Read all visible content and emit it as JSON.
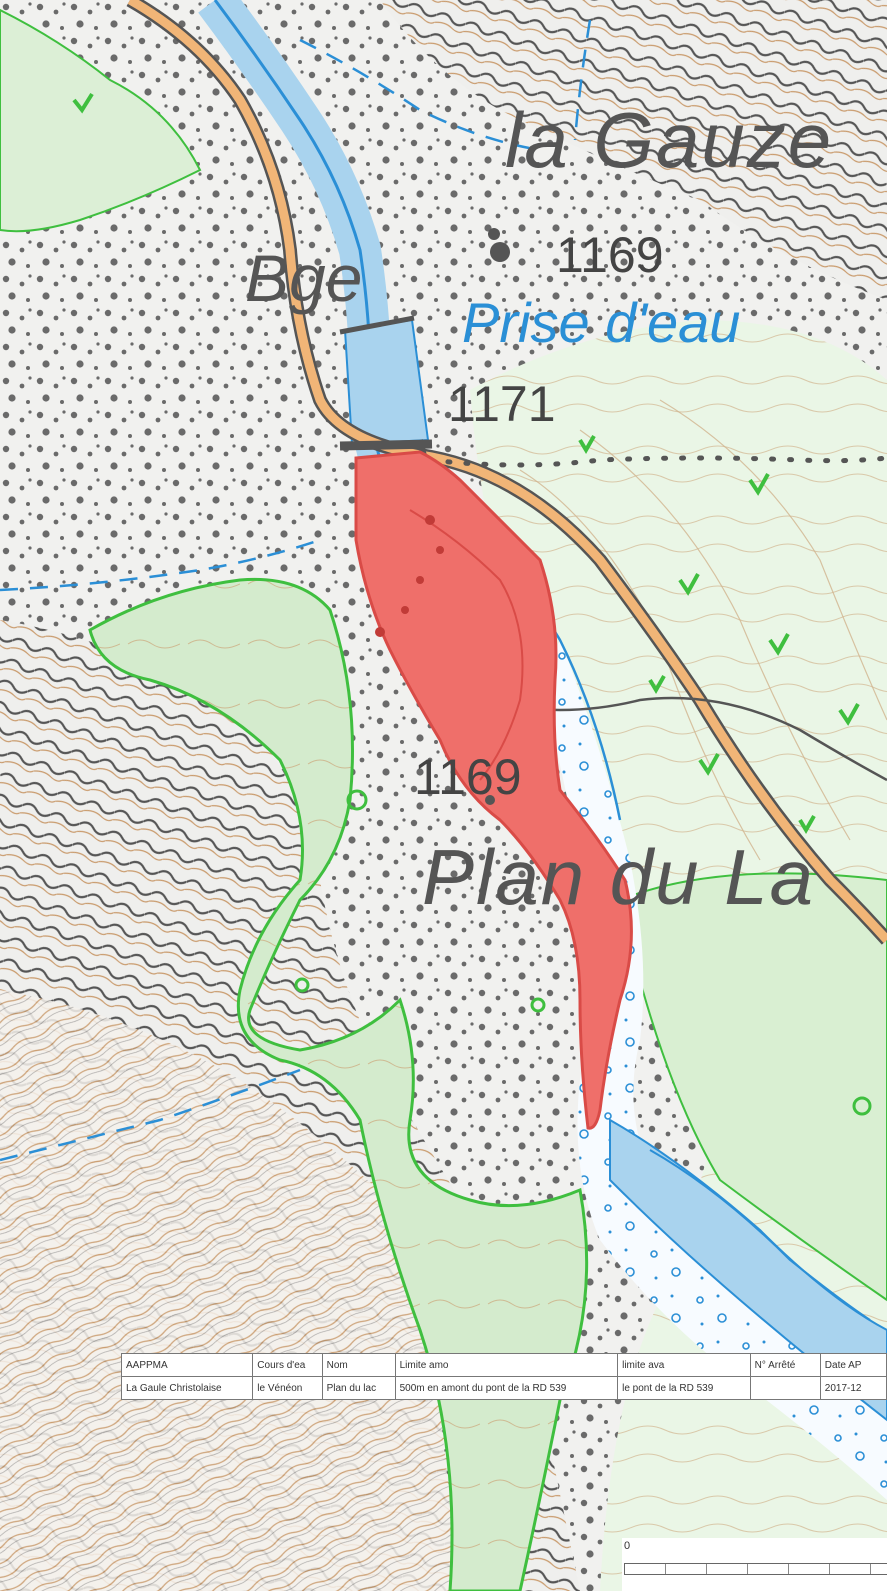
{
  "map": {
    "labels": {
      "place_top": "la Gauze",
      "dam": "Bge",
      "water_intake": "Prise d'eau",
      "place_main": "Plan du La",
      "elevation_1": "1169",
      "elevation_2": "1171",
      "elevation_3": "1169"
    },
    "colors": {
      "reach_fill": "#ef6f6a",
      "reach_outline": "#d94b47",
      "forest": "#cfe8c8",
      "forest_edge": "#3fbf3f",
      "water": "#a9d3ee",
      "river_line": "#2b8fd6",
      "road_casing": "#e8a15a",
      "contour": "#c99a6b",
      "rock": "#6a6a6a"
    },
    "icons": [
      "forest-symbol-icon",
      "scree-symbol-icon",
      "spot-elevation-icon"
    ]
  },
  "table": {
    "headers": [
      "AAPPMA",
      "Cours d'ea",
      "Nom",
      "Limite amo",
      "limite ava",
      "N° Arrêté",
      "Date AP"
    ],
    "rows": [
      [
        "La Gaule Christolaise",
        "le Vénéon",
        "Plan du lac",
        "500m en amont du pont de la RD 539",
        "le pont de la RD 539",
        "",
        "2017-12"
      ]
    ]
  },
  "scale": {
    "zero_label": "0"
  }
}
